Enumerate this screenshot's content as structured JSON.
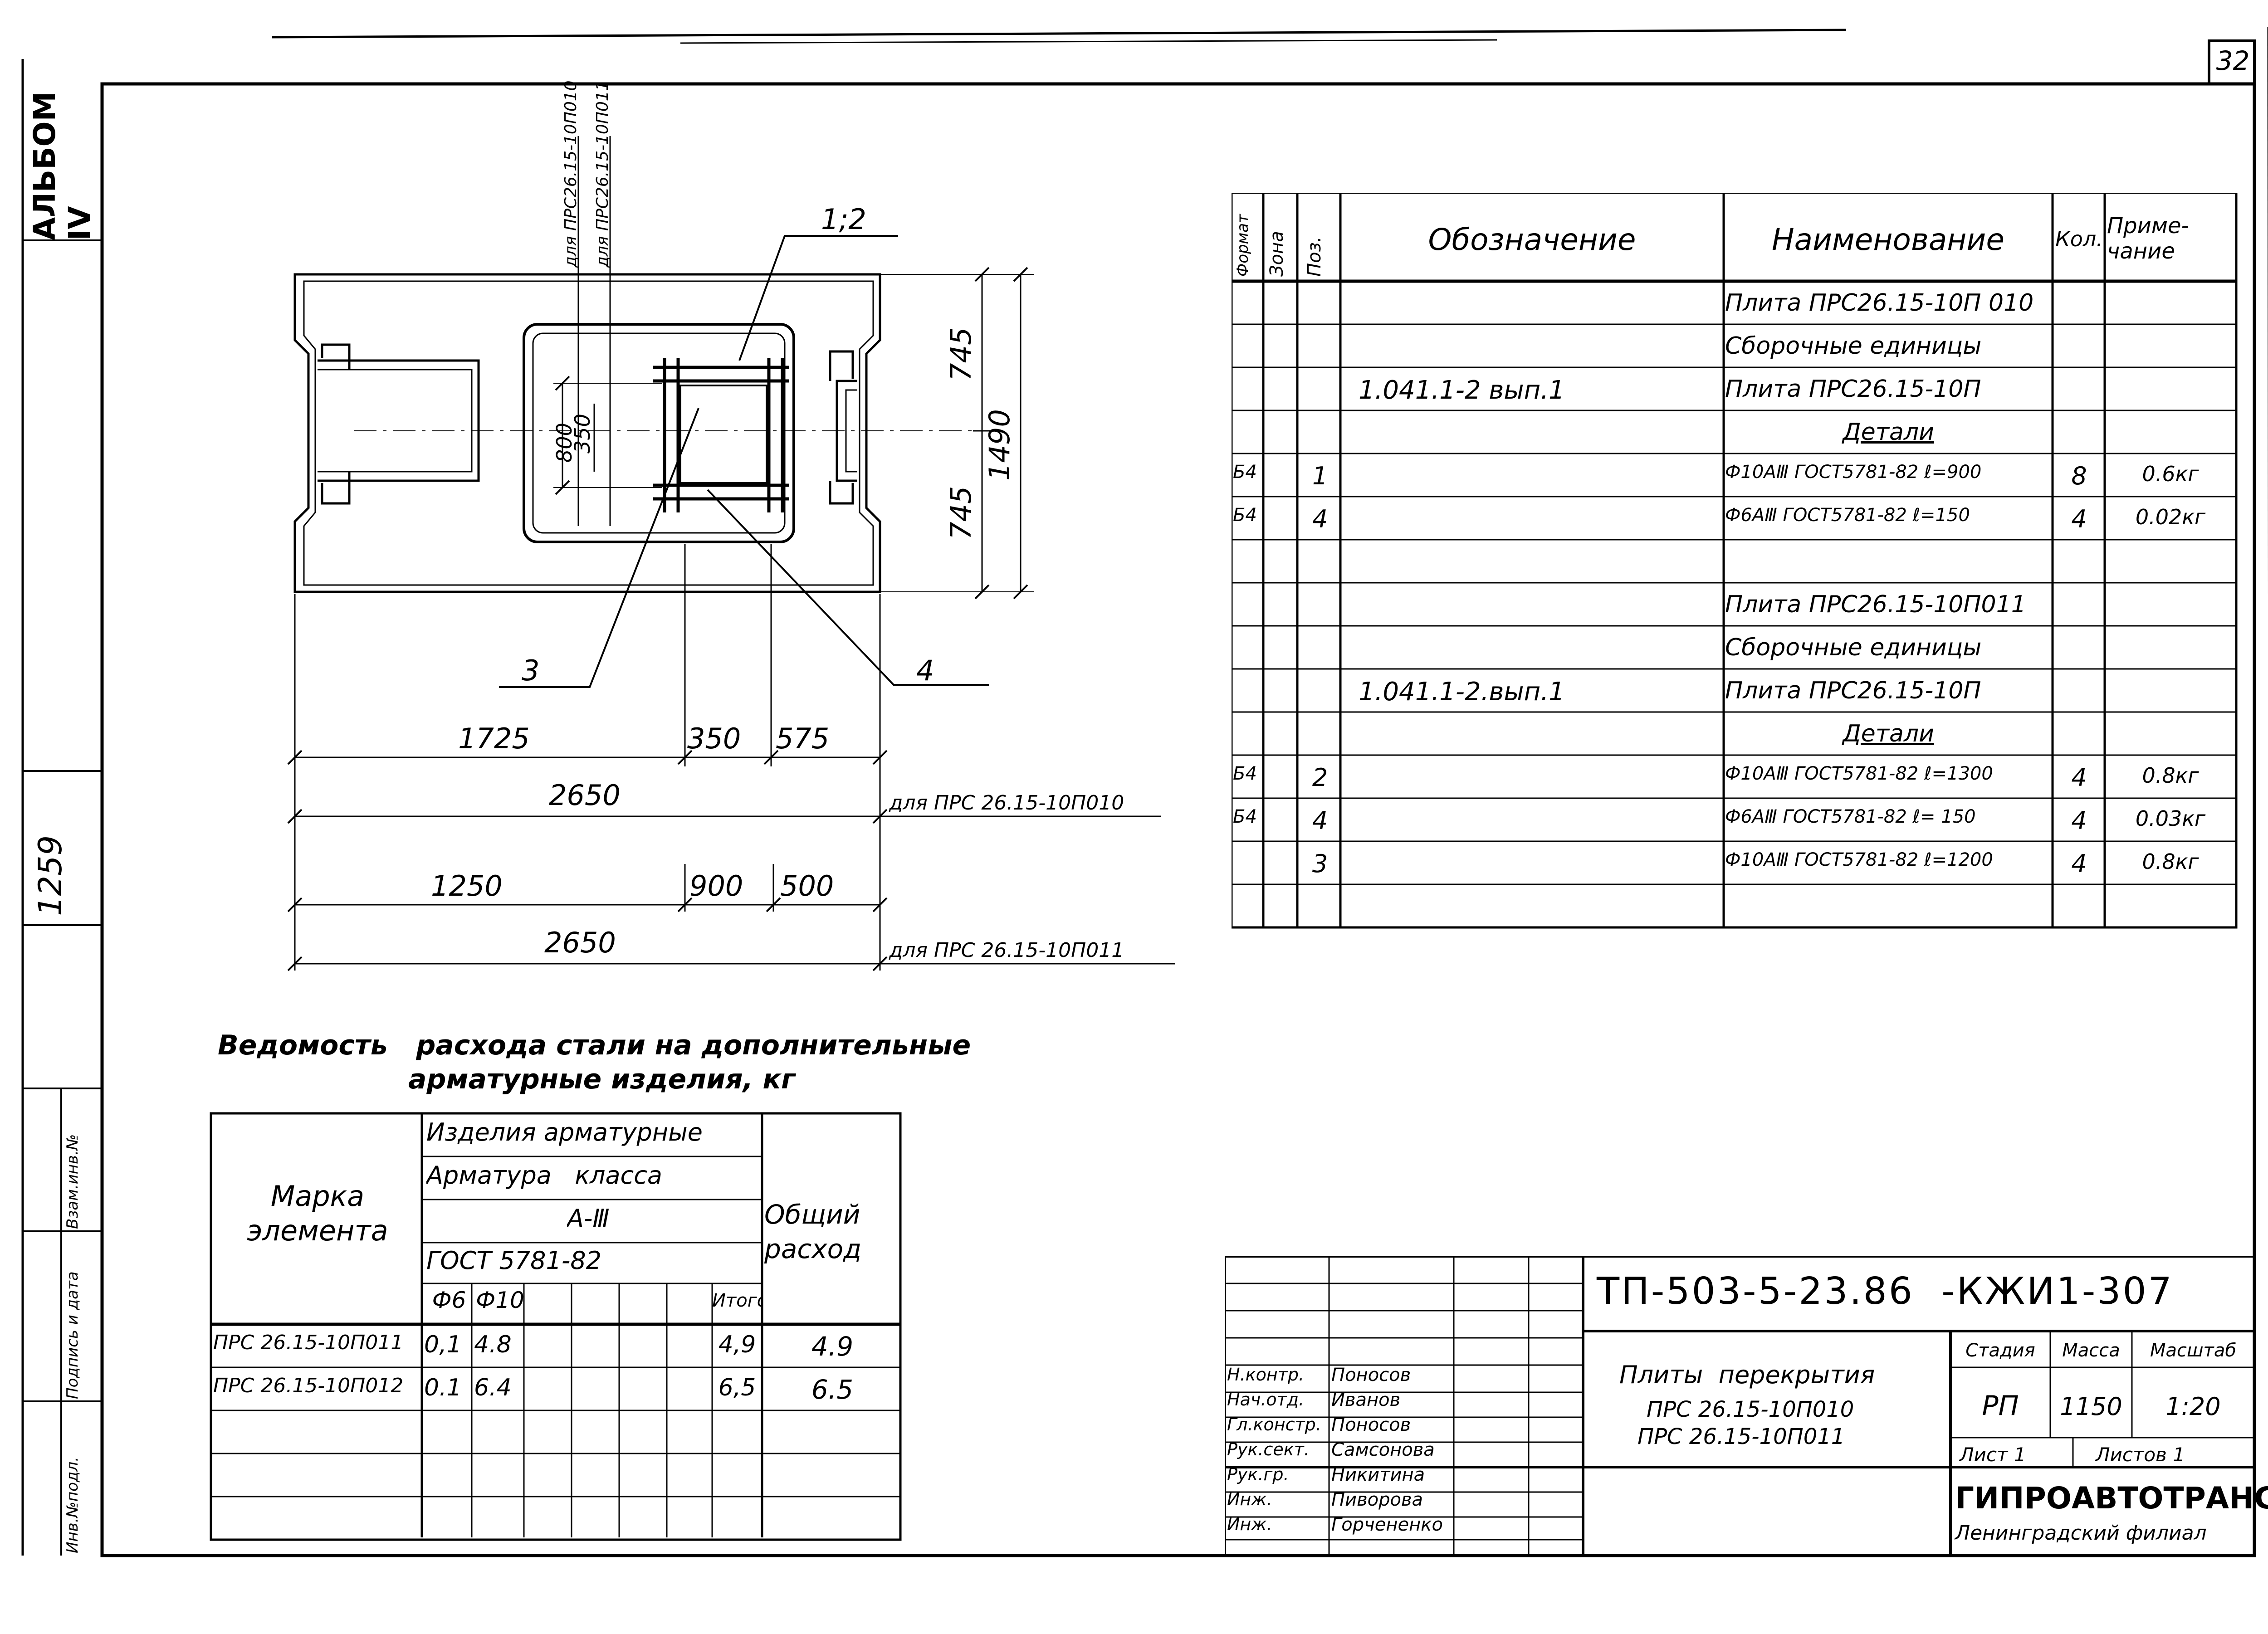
{
  "sheet": {
    "number": "32",
    "album": "АЛЬБОМ IV",
    "side_number": "1259"
  },
  "side_labels": [
    "Инв.№подл.",
    "Подпись и дата",
    "Взам.инв.№"
  ],
  "plan": {
    "callout_top": "1;2",
    "callout_3": "3",
    "callout_4": "4",
    "label_top_a": "для ПРС26.15-10П010",
    "label_top_b": "для ПРС26.15-10П011",
    "dim_745_top": "745",
    "dim_745_bottom": "745",
    "dim_1490": "1490",
    "dim_800": "800",
    "dim_350_v": "350",
    "dim_1725": "1725",
    "dim_350_h": "350",
    "dim_575": "575",
    "dim_2650_a": "2650",
    "dim_2650_a_label": "для ПРС 26.15-10П010",
    "dim_1250": "1250",
    "dim_900": "900",
    "dim_500": "500",
    "dim_2650_b": "2650",
    "dim_2650_b_label": "для ПРС 26.15-10П011"
  },
  "spec_table": {
    "headers": {
      "format": "Формат",
      "zone": "Зона",
      "pos": "Поз.",
      "designation": "Обозначение",
      "name": "Наименование",
      "qty": "Кол.",
      "note": "Приме-чание"
    },
    "rows": [
      {
        "format": "",
        "pos": "",
        "designation": "",
        "name": "Плита ПРС26.15-10П 010",
        "qty": "",
        "note": ""
      },
      {
        "format": "",
        "pos": "",
        "designation": "",
        "name": "Сборочные единицы",
        "qty": "",
        "note": ""
      },
      {
        "format": "",
        "pos": "",
        "designation": "1.041.1-2 вып.1",
        "name": "Плита ПРС26.15-10П",
        "qty": "",
        "note": ""
      },
      {
        "format": "",
        "pos": "",
        "designation": "",
        "name": "Детали",
        "qty": "",
        "note": ""
      },
      {
        "format": "Б4",
        "pos": "1",
        "designation": "",
        "name": "Ф10АⅢ ГОСТ5781-82 ℓ=900",
        "qty": "8",
        "note": "0.6кг"
      },
      {
        "format": "Б4",
        "pos": "4",
        "designation": "",
        "name": "Ф6АⅢ ГОСТ5781-82 ℓ=150",
        "qty": "4",
        "note": "0.02кг"
      },
      {
        "format": "",
        "pos": "",
        "designation": "",
        "name": "",
        "qty": "",
        "note": ""
      },
      {
        "format": "",
        "pos": "",
        "designation": "",
        "name": "Плита ПРС26.15-10П011",
        "qty": "",
        "note": ""
      },
      {
        "format": "",
        "pos": "",
        "designation": "",
        "name": "Сборочные единицы",
        "qty": "",
        "note": ""
      },
      {
        "format": "",
        "pos": "",
        "designation": "1.041.1-2.вып.1",
        "name": "Плита ПРС26.15-10П",
        "qty": "",
        "note": ""
      },
      {
        "format": "",
        "pos": "",
        "designation": "",
        "name": "Детали",
        "qty": "",
        "note": ""
      },
      {
        "format": "Б4",
        "pos": "2",
        "designation": "",
        "name": "Ф10АⅢ ГОСТ5781-82 ℓ=1300",
        "qty": "4",
        "note": "0.8кг"
      },
      {
        "format": "Б4",
        "pos": "4",
        "designation": "",
        "name": "Ф6АⅢ ГОСТ5781-82 ℓ= 150",
        "qty": "4",
        "note": "0.03кг"
      },
      {
        "format": "",
        "pos": "3",
        "designation": "",
        "name": "Ф10АⅢ ГОСТ5781-82 ℓ=1200",
        "qty": "4",
        "note": "0.8кг"
      }
    ]
  },
  "steel_table": {
    "title_line1": "Ведомость   расхода стали на дополнительные",
    "title_line2": "арматурные изделия, кг",
    "header_mark": "Марка элемента",
    "header_products": "Изделия арматурные",
    "header_class": "Арматура   класса",
    "header_grade": "А-Ⅲ",
    "header_gost": "ГОСТ 5781-82",
    "header_d6": "Ф6",
    "header_d10": "Ф10",
    "header_total": "Итого",
    "header_overall": "Общий расход",
    "rows": [
      {
        "mark": "ПРС 26.15-10П011",
        "d6": "0,1",
        "d10": "4.8",
        "total": "4,9",
        "overall": "4.9"
      },
      {
        "mark": "ПРС 26.15-10П012",
        "d6": "0.1",
        "d10": "6.4",
        "total": "6,5",
        "overall": "6.5"
      }
    ]
  },
  "title_block": {
    "code": "ТП-503-5-23.86  -КЖИ1-307",
    "description_line1": "Плиты  перекрытия",
    "description_line2": "ПРС 26.15-10П010",
    "description_line3": "ПРС 26.15-10П011",
    "stage_label": "Стадия",
    "mass_label": "Масса",
    "scale_label": "Масштаб",
    "stage": "РП",
    "mass": "1150",
    "scale": "1:20",
    "sheet_label": "Лист 1",
    "sheets_label": "Листов 1",
    "org": "ГИПРОАВТОТРАНС",
    "org_branch": "Ленинградский филиал",
    "people": [
      {
        "role": "Н.контр.",
        "name": "Поносов"
      },
      {
        "role": "Нач.отд.",
        "name": "Иванов"
      },
      {
        "role": "Гл.констр.",
        "name": "Поносов"
      },
      {
        "role": "Рук.сект.",
        "name": "Самсонова"
      },
      {
        "role": "Рук.гр.",
        "name": "Никитина"
      },
      {
        "role": "Инж.",
        "name": "Пиворова"
      },
      {
        "role": "Инж.",
        "name": "Горчененко"
      }
    ]
  }
}
